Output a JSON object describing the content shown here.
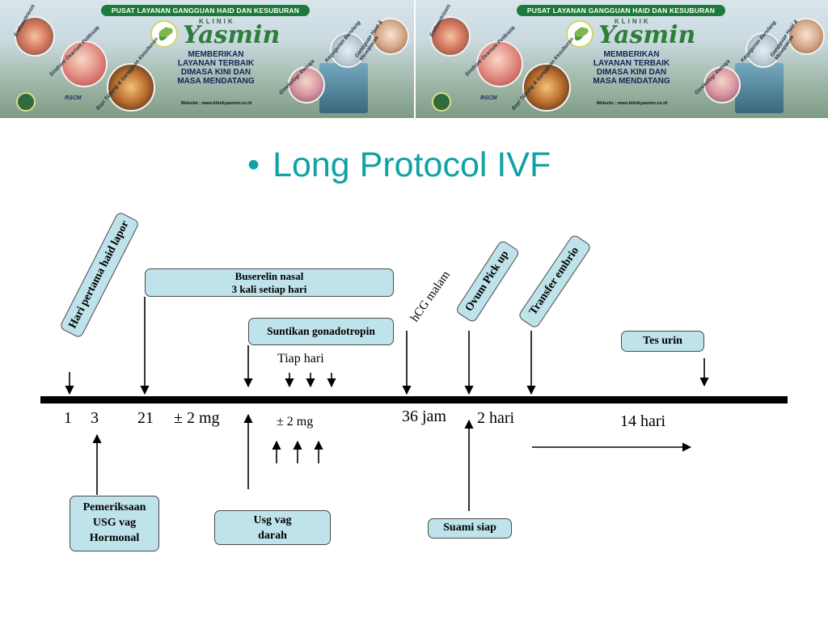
{
  "banner": {
    "title": "PUSAT LAYANAN GANGGUAN HAID DAN KESUBURAN",
    "klinik": "KLINIK",
    "brand": "Yasmin",
    "slogan": "MEMBERIKAN LAYANAN TERBAIK DIMASA KINI DAN MASA MENDATANG",
    "website": "Website : www.klinikyasmin.co.id",
    "rscm": "RSCM",
    "topics": [
      "Endometriosis",
      "Sindrom Ovarium Polikistik",
      "Bayi Tabung & Gangguan Kesuburan",
      "Gangguan Haid & Menopause",
      "Keguguran Berulang",
      "Ginekologi Remaja"
    ]
  },
  "slide": {
    "bullet": "•",
    "title": "Long Protocol  IVF"
  },
  "diagram": {
    "boxes": {
      "hari_pertama": "Hari pertama haid lapor",
      "buserelin_line1": "Buserelin nasal",
      "buserelin_line2": "3 kali setiap hari",
      "suntikan": "Suntikan gonadotropin",
      "ovum": "Ovum Pick up",
      "transfer": "Transfer embrio",
      "tes_urin": "Tes urin",
      "pemeriksaan_line1": "Pemeriksaan",
      "pemeriksaan_line2": "USG vag",
      "pemeriksaan_line3": "Hormonal",
      "usg_line1": "Usg vag",
      "usg_line2": "darah",
      "suami": "Suami siap"
    },
    "labels": {
      "hcg": "hCG malam",
      "tiap_hari": "Tiap hari",
      "day1": "1",
      "day3": "3",
      "day21": "21",
      "dose1": "± 2 mg",
      "dose2": "± 2 mg",
      "jam36": "36 jam",
      "hari2": "2 hari",
      "hari14": "14 hari"
    }
  },
  "colors": {
    "title": "#10a2a4",
    "box_fill": "#bfe3ea",
    "banner_green": "#1e7a3b"
  }
}
